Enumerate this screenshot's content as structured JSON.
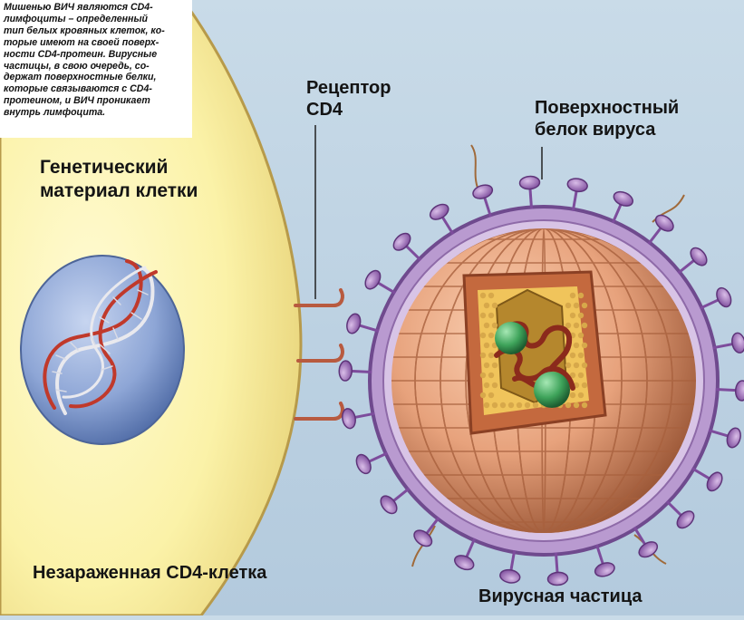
{
  "info_text": "Мишенью ВИЧ являются CD4-\nлимфоциты – определенный\nтип белых кровяных клеток, ко-\nторые имеют на своей поверх-\nности CD4-протеин. Вирусные\nчастицы, в свою очередь, со-\nдержат поверхностные белки,\nкоторые связываются с CD4-\nпротеином, и ВИЧ проникает\nвнутрь лимфоцита.",
  "labels": {
    "genetic_material": "Генетический\nматериал клетки",
    "receptor": "Рецептор\nCD4",
    "surface_protein": "Поверхностный\nбелок вируса",
    "uninfected_cell": "Незараженная CD4-клетка",
    "virus_particle": "Вирусная частица"
  },
  "colors": {
    "background": "#bfd3e3",
    "cell": "#fbf2a8",
    "nucleus": "#8ea6d6",
    "receptor": "#d0755a",
    "envelope": "#b99ad0",
    "spike": "#8e5fae",
    "capsid": "#e7a27c",
    "rna": "#8b2a1c",
    "enzyme": "#3ea35a"
  },
  "icons": {
    "dna": "dna-helix-icon",
    "enzyme": "green-enzyme-sphere"
  }
}
